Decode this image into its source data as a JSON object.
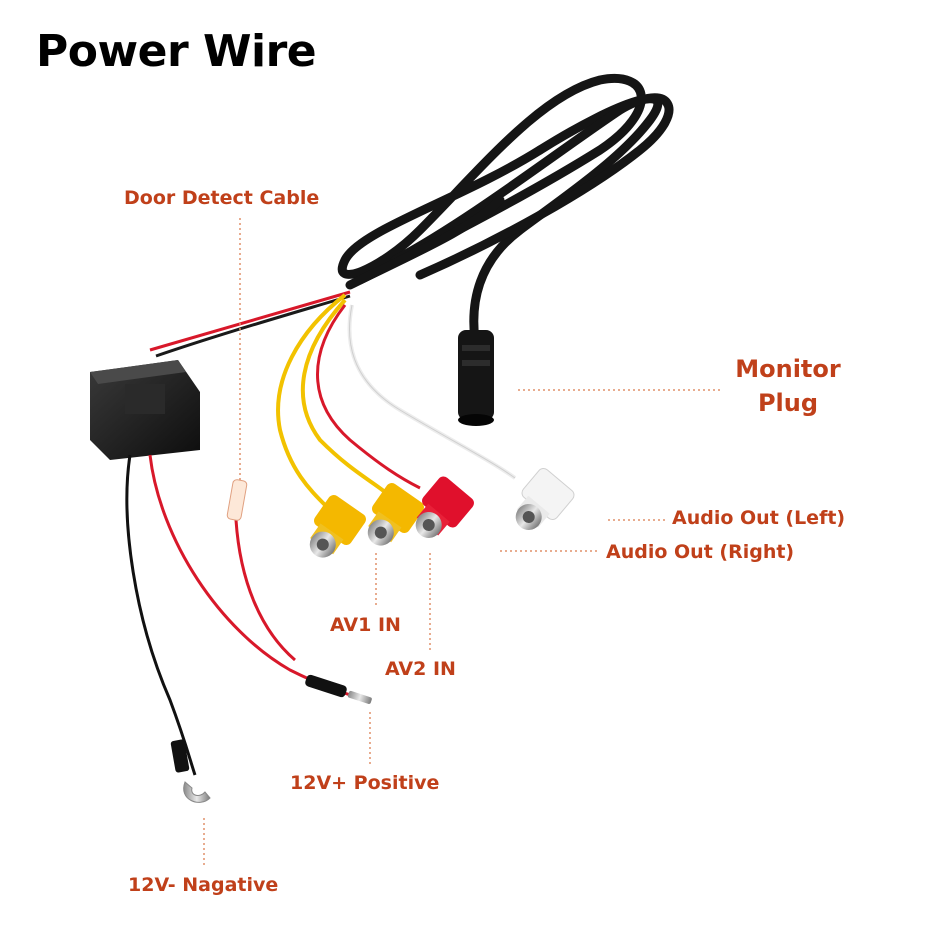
{
  "title": "Power Wire",
  "labels": {
    "door_detect": "Door Detect Cable",
    "monitor_plug_line1": "Monitor",
    "monitor_plug_line2": "Plug",
    "audio_left": "Audio Out (Left)",
    "audio_right": "Audio Out (Right)",
    "av1": "AV1 IN",
    "av2": "AV2 IN",
    "positive": "12V+ Positive",
    "negative": "12V- Nagative"
  },
  "colors": {
    "label": "#c0401a",
    "leader": "#e0906a",
    "cable_black": "#1a1a1a",
    "wire_red": "#d8182a",
    "wire_yellow": "#f2c200",
    "wire_white": "#f4f4f4",
    "rca_yellow": "#f4b800",
    "rca_red": "#e0102c"
  }
}
